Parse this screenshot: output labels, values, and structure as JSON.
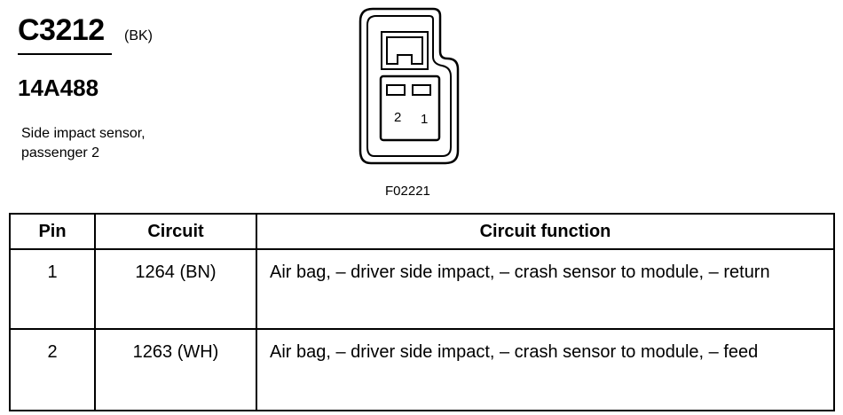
{
  "connector": {
    "id": "C3212",
    "color": "(BK)",
    "part_number": "14A488",
    "description_line1": "Side impact sensor,",
    "description_line2": "passenger 2"
  },
  "figure": {
    "code": "F02221",
    "pin_labels": [
      "2",
      "1"
    ]
  },
  "table": {
    "headers": [
      "Pin",
      "Circuit",
      "Circuit function"
    ],
    "rows": [
      {
        "pin": "1",
        "circuit": "1264 (BN)",
        "function": "Air bag, – driver side impact, – crash sensor to module, – return"
      },
      {
        "pin": "2",
        "circuit": "1263 (WH)",
        "function": "Air bag, – driver side impact, – crash sensor to module, – feed"
      }
    ]
  }
}
